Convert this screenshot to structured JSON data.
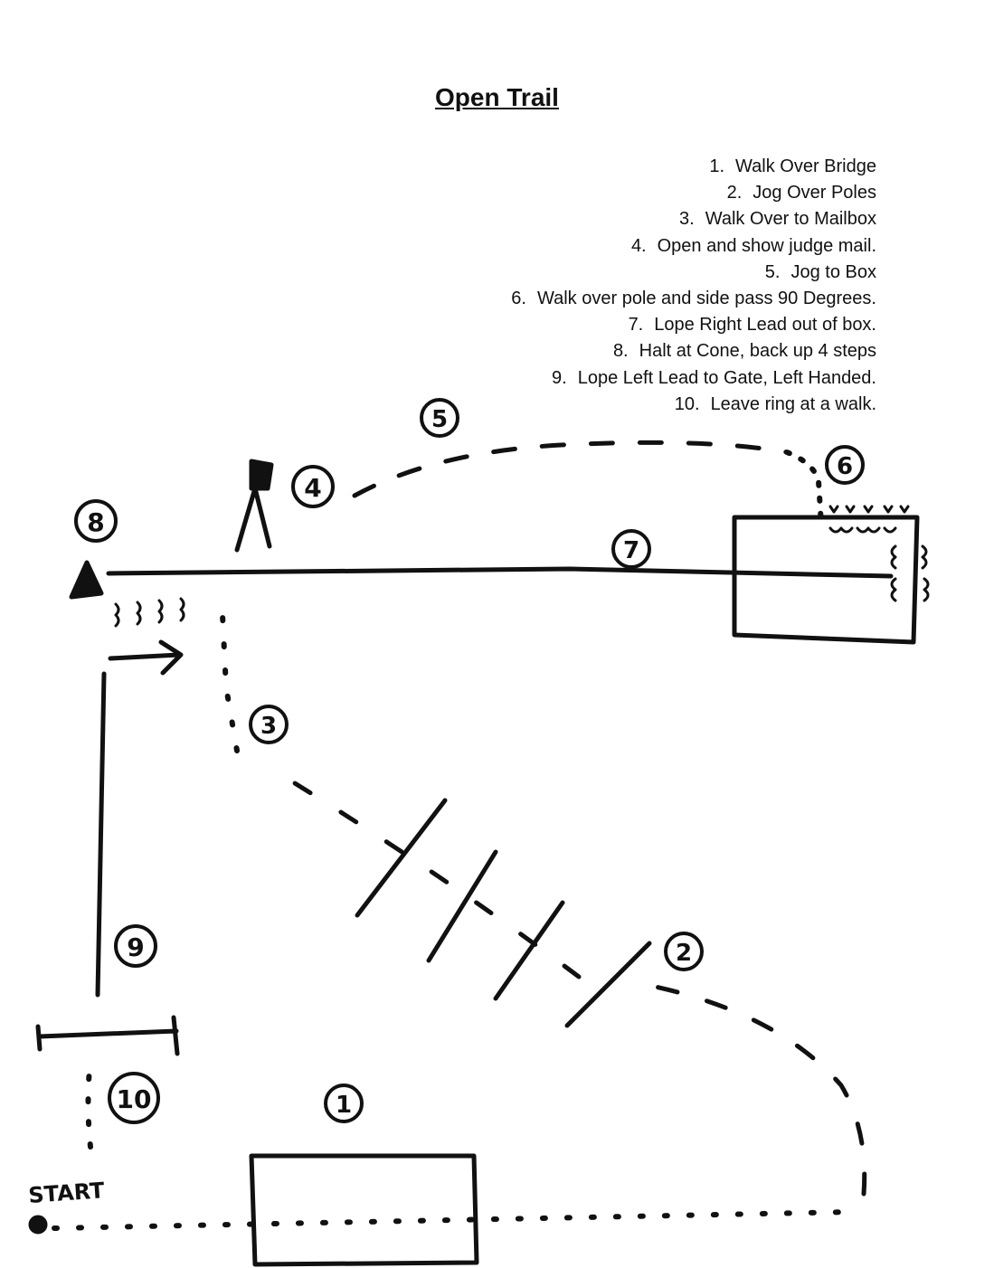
{
  "title": "Open Trail",
  "steps": [
    {
      "num": "1.",
      "text": "Walk Over Bridge"
    },
    {
      "num": "2.",
      "text": "Jog Over Poles"
    },
    {
      "num": "3.",
      "text": "Walk Over to Mailbox"
    },
    {
      "num": "4.",
      "text": "Open and show judge mail."
    },
    {
      "num": "5.",
      "text": "Jog to Box"
    },
    {
      "num": "6.",
      "text": "Walk over pole and side pass 90 Degrees."
    },
    {
      "num": "7.",
      "text": "Lope Right Lead out of box."
    },
    {
      "num": "8.",
      "text": "Halt at Cone, back up 4 steps"
    },
    {
      "num": "9.",
      "text": "Lope Left Lead to Gate, Left Handed."
    },
    {
      "num": "10.",
      "text": "Leave ring at a walk."
    }
  ],
  "markers": {
    "m1": "1",
    "m2": "2",
    "m3": "3",
    "m4": "4",
    "m5": "5",
    "m6": "6",
    "m7": "7",
    "m8": "8",
    "m9": "9",
    "m10": "10"
  },
  "start_label": "START",
  "colors": {
    "ink": "#111111",
    "paper": "#ffffff"
  }
}
